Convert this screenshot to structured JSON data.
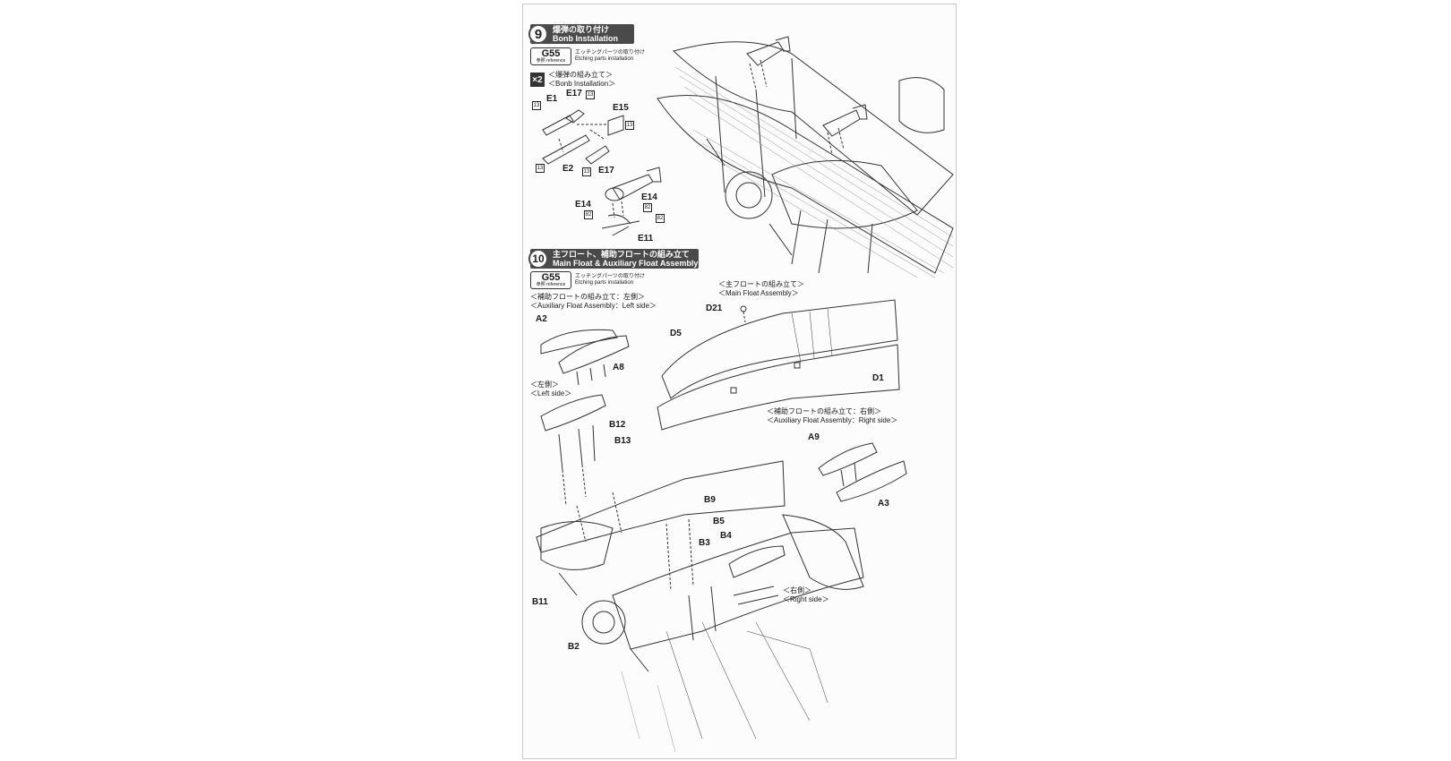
{
  "step9": {
    "number": "9",
    "title_jp": "爆弾の取り付け",
    "title_en": "Bonb Installation",
    "ref_code": "G55",
    "ref_label": "参照 reference",
    "ref_note_jp": "エッチングパーツの取り付け",
    "ref_note_en": "Etching parts installation",
    "multiplier": "×2",
    "sub_jp": "＜爆弾の組み立て＞",
    "sub_en": "＜Bonb Installation＞",
    "parts": {
      "e1": "E1",
      "e17a": "E17",
      "e15": "E15",
      "e2": "E2",
      "e17b": "E17",
      "e14a": "E14",
      "e14b": "E14",
      "e11": "E11"
    },
    "glue13": "13",
    "glue82": "82"
  },
  "step10": {
    "number": "10",
    "title_jp": "主フロート、補助フロートの組み立て",
    "title_en": "Main Float & Auxiliary Float  Assembly",
    "ref_code": "G55",
    "ref_label": "参照 reference",
    "ref_note_jp": "エッチングパーツの取り付け",
    "ref_note_en": "Etching parts installation",
    "aux_left_jp": "＜補助フロートの組み立て：左側＞",
    "aux_left_en": "＜Auxiliary Float Assembly：Left side＞",
    "main_float_jp": "＜主フロートの組み立て＞",
    "main_float_en": "＜Main Float Assembly＞",
    "left_side_jp": "＜左側＞",
    "left_side_en": "＜Left side＞",
    "aux_right_jp": "＜補助フロートの組み立て：右側＞",
    "aux_right_en": "＜Auxiliary Float Assembly：Right side＞",
    "right_side_jp": "＜右側＞",
    "right_side_en": "＜Right side＞",
    "parts": {
      "a2": "A2",
      "a8": "A8",
      "d21": "D21",
      "d5": "D5",
      "d1": "D1",
      "b12": "B12",
      "b13": "B13",
      "a9": "A9",
      "a3": "A3",
      "b9": "B9",
      "b5": "B5",
      "b3": "B3",
      "b4": "B4",
      "b11": "B11",
      "b2": "B2"
    }
  }
}
